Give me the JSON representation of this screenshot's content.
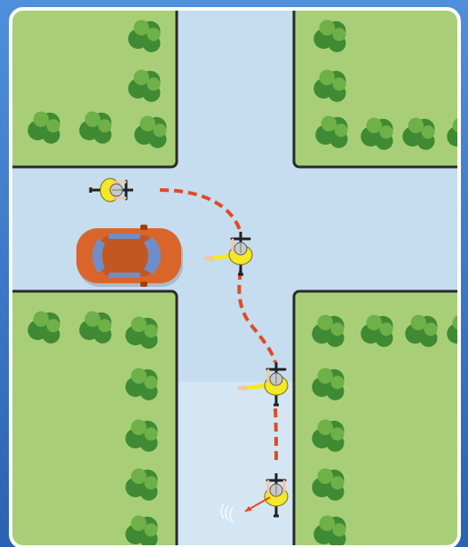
{
  "scene": {
    "kind": "bicycle-turn-diagram",
    "elements": [
      "roads",
      "grass-blocks",
      "trees",
      "car",
      "cyclists",
      "dashed-path",
      "hand-signals"
    ]
  },
  "colors": {
    "frame": "#2b62b2",
    "frame_light": "#4f8fdb",
    "border": "#ffffff",
    "road": "#c6dcef",
    "grass": "#a8cf78",
    "grass_edge": "#2a2a2a",
    "tree_dark": "#3f8a33",
    "tree_light": "#6fb048",
    "car_body": "#d9652a",
    "car_dark": "#9c3f15",
    "car_glass": "#6f8ec9",
    "jersey": "#f4e829",
    "skin": "#f1c7a0",
    "helmet": "#c9c9c9",
    "path": "#e14a23"
  }
}
